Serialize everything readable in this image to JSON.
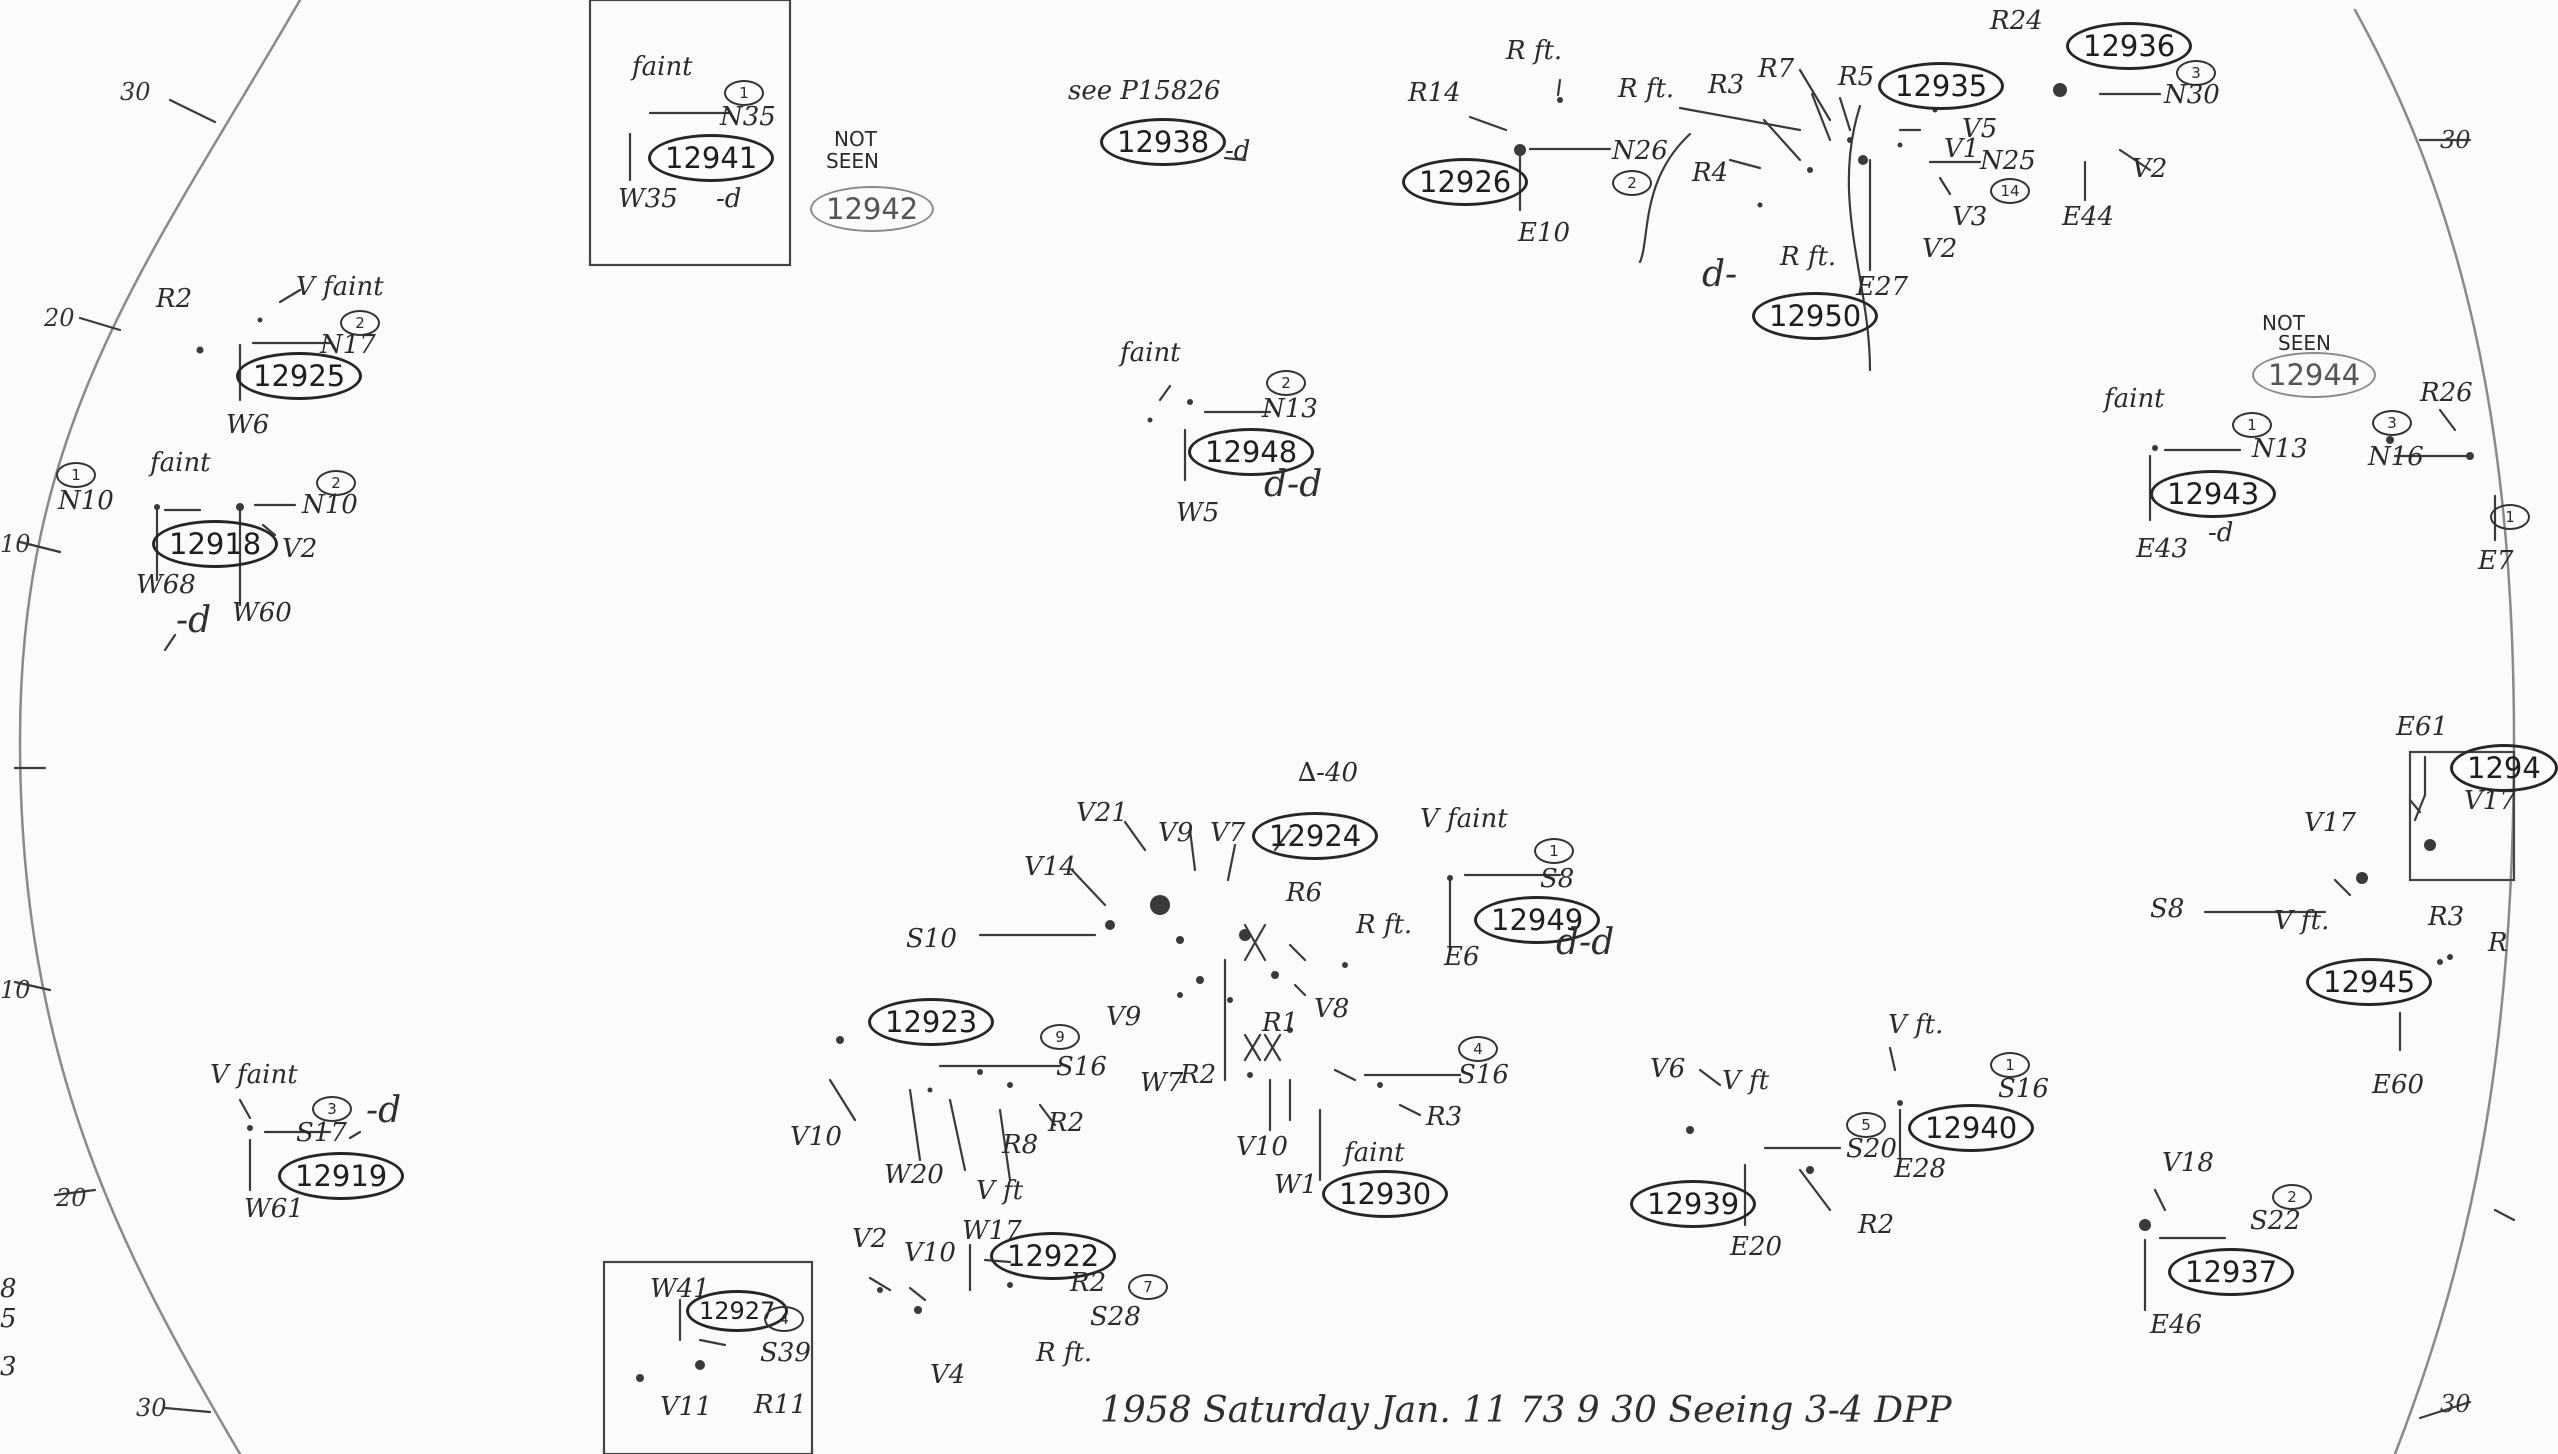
{
  "groups": [
    {
      "id": "12941",
      "circle": "1",
      "lines": [
        "faint",
        "N35",
        "W35",
        "-d"
      ]
    },
    {
      "id": "12942",
      "lines": [
        "NOT",
        "SEEN"
      ]
    },
    {
      "id": "12938",
      "lines": [
        "see P15826",
        "-d"
      ]
    },
    {
      "id": "12926",
      "circle": "2",
      "lines": [
        "R14",
        "R ft.",
        "R ft.",
        "N26",
        "E10"
      ]
    },
    {
      "id": "12935",
      "circle": "14",
      "lines": [
        "R3",
        "R7",
        "R5",
        "V5",
        "V1",
        "N25",
        "V3",
        "V2",
        "E27"
      ]
    },
    {
      "id": "12950",
      "lines": [
        "R4",
        "R ft.",
        "d-"
      ]
    },
    {
      "id": "12936",
      "circle": "3",
      "lines": [
        "R24",
        "N30",
        "V2",
        "E44"
      ]
    },
    {
      "id": "12925",
      "circle": "2",
      "lines": [
        "R2",
        "V faint",
        "N17",
        "W6"
      ]
    },
    {
      "id": "12918",
      "circle": "2",
      "lines": [
        "faint",
        "1",
        "N10",
        "N10",
        "V2",
        "W68",
        "W60",
        "-d"
      ]
    },
    {
      "id": "12948",
      "circle": "2",
      "lines": [
        "faint",
        "N13",
        "W5",
        "d-d"
      ]
    },
    {
      "id": "12944",
      "lines": [
        "NOT",
        "SEEN"
      ]
    },
    {
      "id": "12943",
      "circle": "1",
      "lines": [
        "faint",
        "N13",
        "E43",
        "-d"
      ]
    },
    {
      "id": "12924",
      "lines": [
        "∆-40",
        "V21",
        "V9",
        "V7",
        "V14",
        "R6",
        "S10",
        "V9",
        "V8",
        "W7",
        "R2",
        "R1",
        "V10"
      ]
    },
    {
      "id": "12949",
      "circle": "1",
      "lines": [
        "V faint",
        "S8",
        "E6",
        "d-d"
      ]
    },
    {
      "id": "12923",
      "circle": "9",
      "lines": [
        "S16",
        "V10",
        "W20",
        "R8",
        "R2",
        "V ft"
      ]
    },
    {
      "id": "12930",
      "circle": "4",
      "lines": [
        "R ft.",
        "S16",
        "R3",
        "W1",
        "faint"
      ]
    },
    {
      "id": "12919",
      "circle": "3",
      "lines": [
        "V faint",
        "S17",
        "-d",
        "W61"
      ]
    },
    {
      "id": "12940",
      "circle": "1",
      "lines": [
        "V ft.",
        "S16",
        "E28"
      ]
    },
    {
      "id": "12939",
      "circle": "5",
      "lines": [
        "V6",
        "V ft",
        "S20",
        "E20",
        "R2"
      ]
    },
    {
      "id": "12945",
      "lines": [
        "E61",
        "V17",
        "V17",
        "S8",
        "V ft.",
        "R3",
        "R",
        "E60"
      ]
    },
    {
      "id": "12937",
      "circle": "2",
      "lines": [
        "V18",
        "S22",
        "E46"
      ]
    },
    {
      "id": "12922",
      "circle": "7",
      "lines": [
        "V2",
        "V10",
        "W17",
        "R2",
        "S28",
        "V4",
        "R ft."
      ]
    },
    {
      "id": "12927",
      "circle": "4",
      "lines": [
        "W41",
        "S39",
        "V11",
        "R11"
      ]
    },
    {
      "id": "1294",
      "circle": "1",
      "lines": [
        "R26",
        "3",
        "N16",
        "E7"
      ]
    }
  ],
  "edge_marks": [
    "30",
    "20",
    "10",
    "10",
    "20",
    "30",
    "30",
    "30"
  ],
  "margin_numbers": [
    "8",
    "5",
    "3"
  ],
  "footer": "1958 Saturday Jan. 11 73 9 30 Seeing 3-4 DPP"
}
